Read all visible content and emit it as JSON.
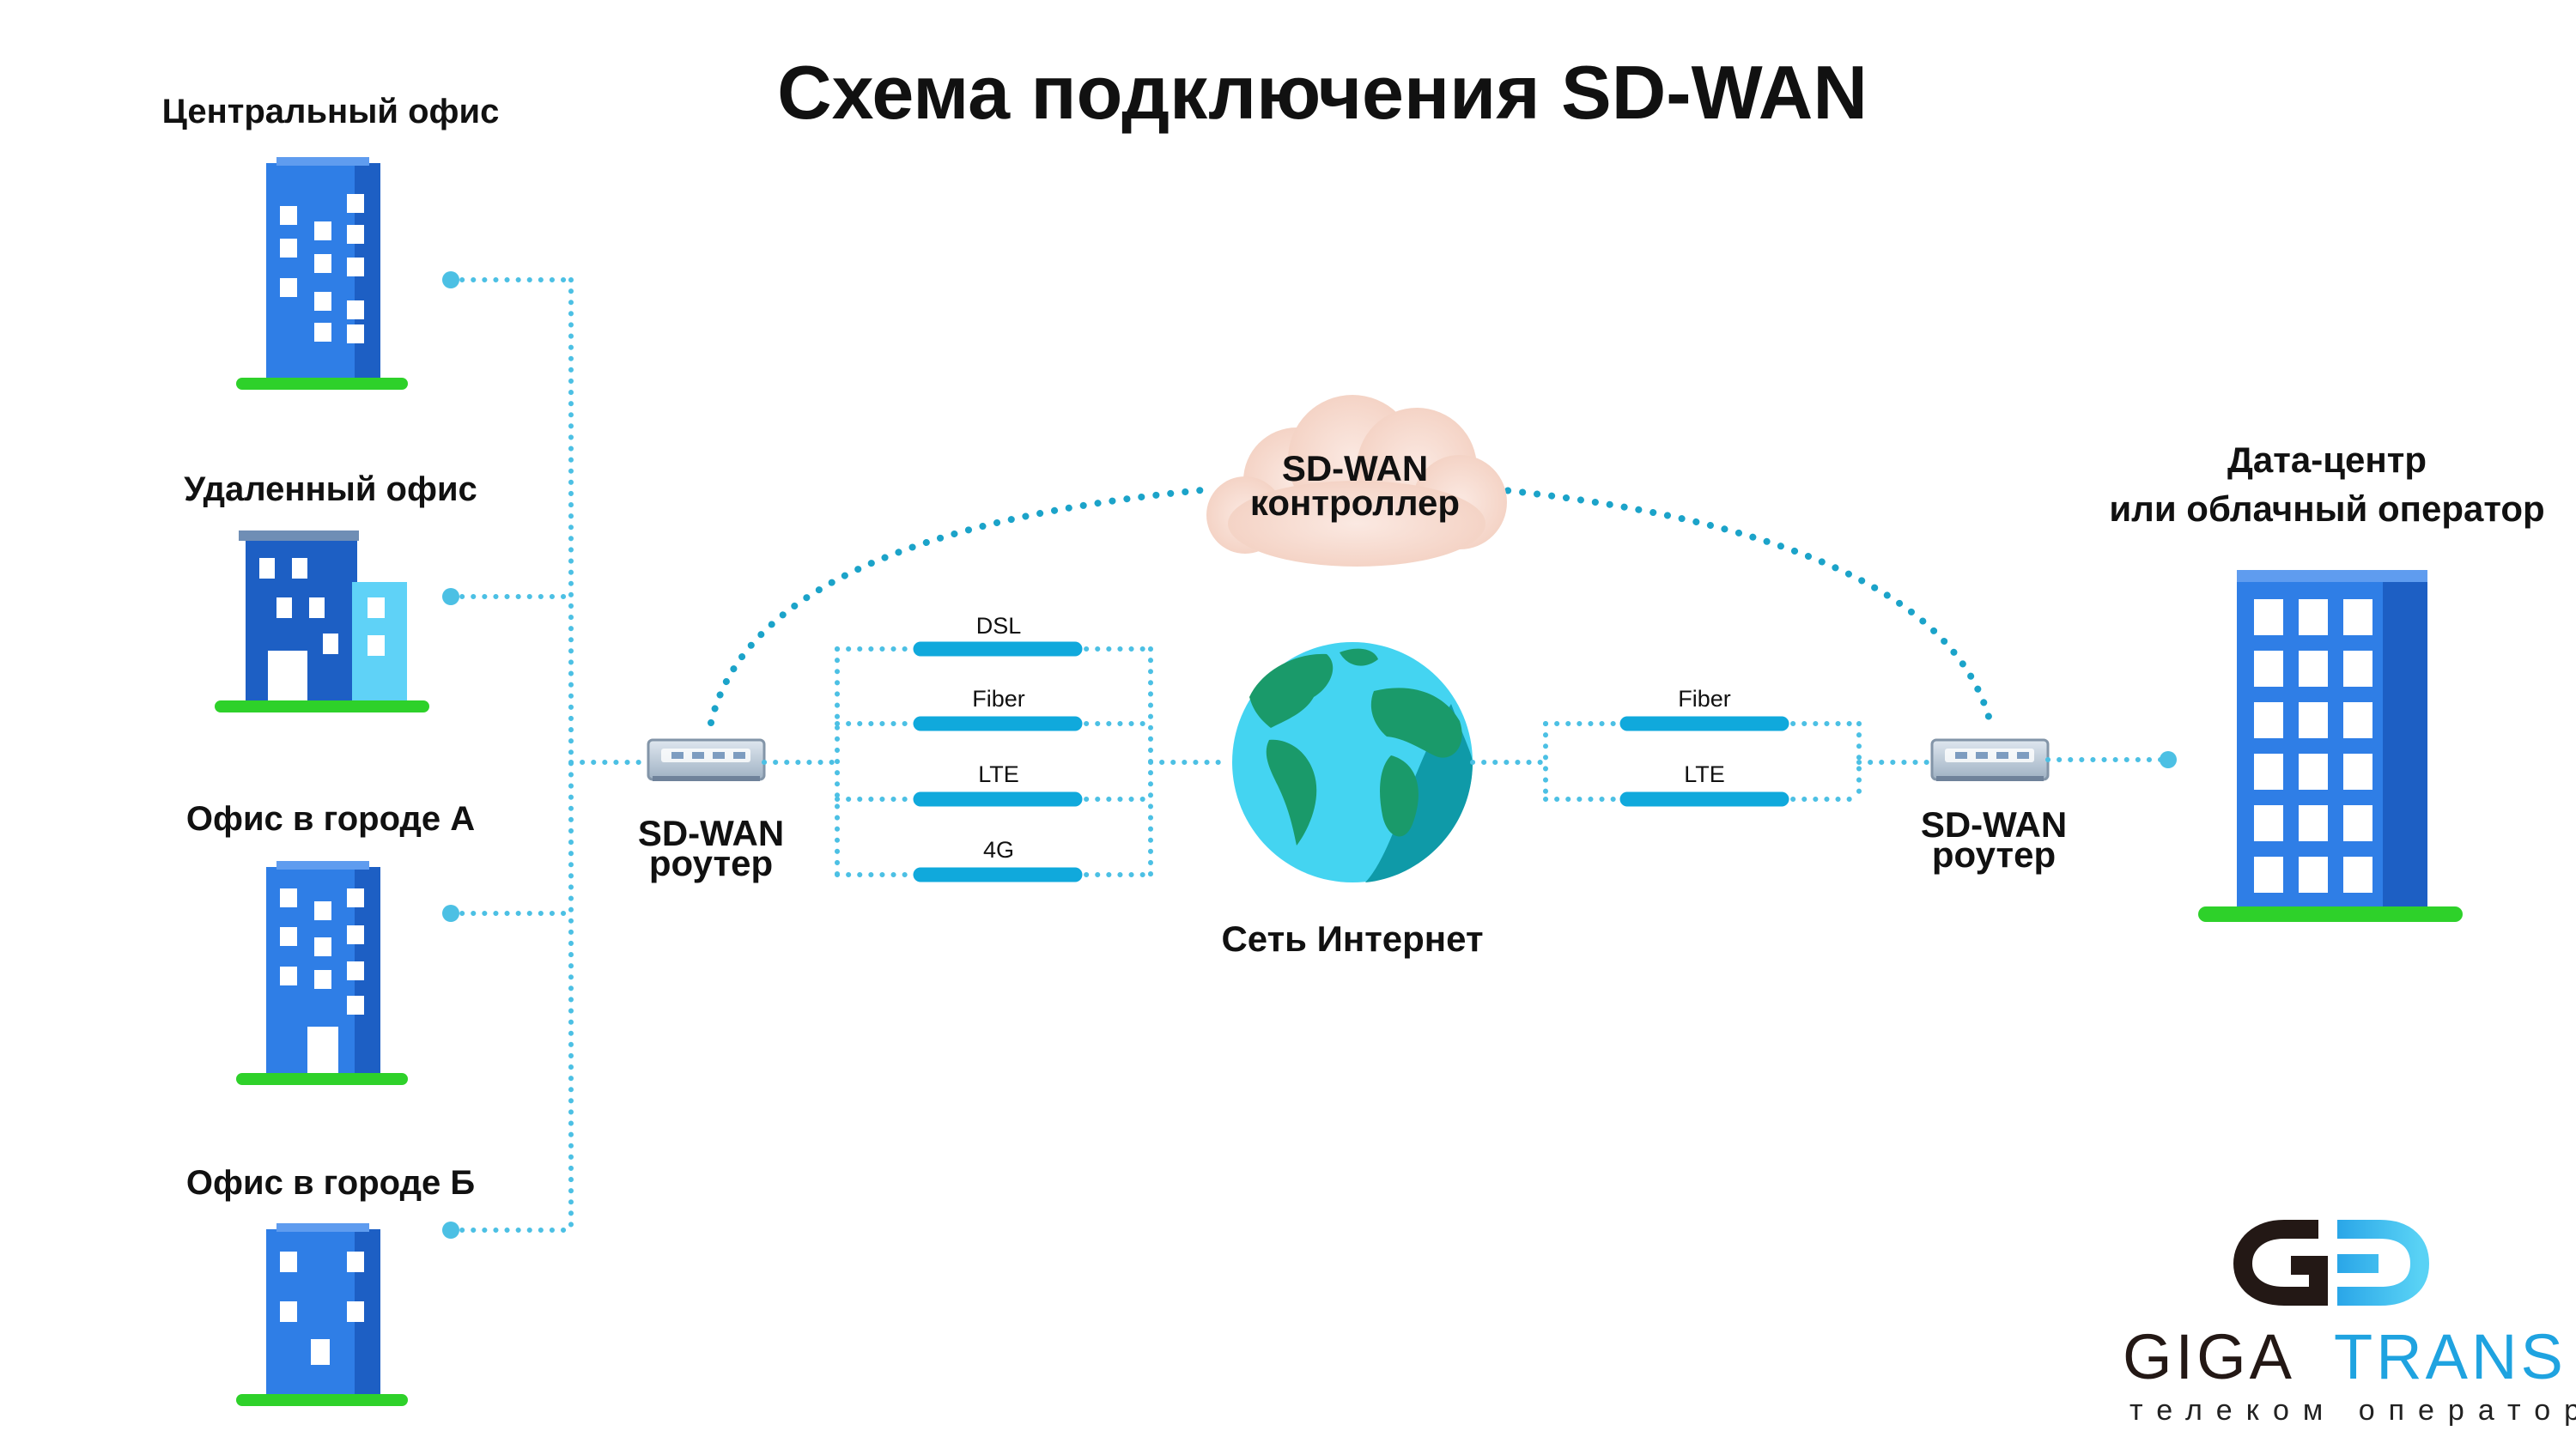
{
  "title": "Схема подключения SD-WAN",
  "offices": [
    {
      "label": "Центральный офис"
    },
    {
      "label": "Удаленный офис"
    },
    {
      "label": "Офис в городе А"
    },
    {
      "label": "Офис в городе Б"
    }
  ],
  "left_router": {
    "line1": "SD-WAN",
    "line2": "роутер"
  },
  "right_router": {
    "line1": "SD-WAN",
    "line2": "роутер"
  },
  "controller": {
    "line1": "SD-WAN",
    "line2": "контроллер"
  },
  "internet": {
    "label": "Сеть Интернет"
  },
  "left_links": [
    "DSL",
    "Fiber",
    "LTE",
    "4G"
  ],
  "right_links": [
    "Fiber",
    "LTE"
  ],
  "datacenter": {
    "line1": "Дата-центр",
    "line2": "или облачный оператор"
  },
  "logo": {
    "giga": "GIGA",
    "trans": "TRANS",
    "tagline": "телеком оператор"
  },
  "colors": {
    "building": "#2f7ee6",
    "building_dark": "#1d5fc4",
    "grass": "#2ed12a",
    "link": "#10a9dc",
    "ocean": "#44d4f1",
    "land": "#1a9a6a"
  }
}
